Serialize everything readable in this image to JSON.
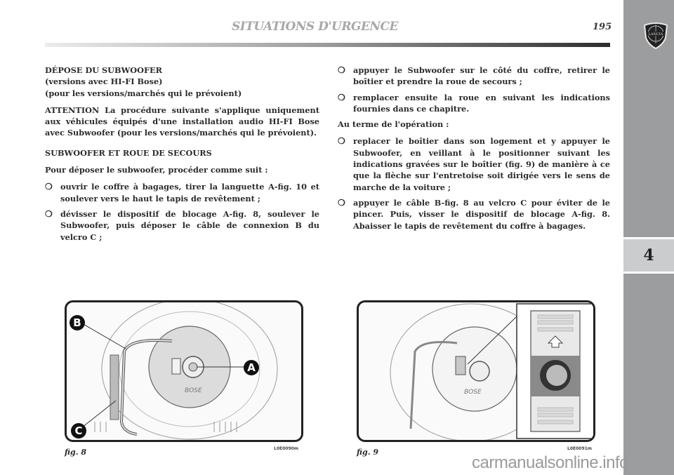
{
  "header": {
    "title": "SITUATIONS D'URGENCE",
    "page_number": "195"
  },
  "sidebar": {
    "logo_icon": "lancia-shield-logo",
    "chapter": "4",
    "bg_color": "#9c9d9f"
  },
  "left_column": {
    "heading": "DÉPOSE DU SUBWOOFER",
    "heading_sub1": "(versions avec HI-FI Bose)",
    "heading_sub2": "(pour les versions/marchés qui le prévoient)",
    "attention_label": "ATTENTION",
    "attention_text": "La procédure suivante s'applique uniquement aux véhicules équipés d'une installation audio HI-FI Bose avec Subwoofer (pour les versions/marchés qui le prévoient).",
    "section_heading": "SUBWOOFER ET ROUE DE SECOURS",
    "intro": "Pour déposer le subwoofer, procéder comme suit :",
    "bullets": [
      "ouvrir le coffre à bagages, tirer la languette A-fig. 10 et soulever vers le haut le tapis de revêtement ;",
      "dévisser le dispositif de blocage A-fig. 8, soulever le Subwoofer, puis déposer le câble de connexion B du velcro C ;"
    ]
  },
  "right_column": {
    "bullets_top": [
      "appuyer le Subwoofer sur le côté du coffre, retirer le boîtier et prendre la roue de secours ;",
      "remplacer ensuite la roue en suivant les indications fournies dans ce chapitre."
    ],
    "end_label": "Au terme de l'opération :",
    "bullets_bottom": [
      "replacer le boîtier dans son logement et y appuyer le Subwoofer, en veillant à le positionner suivant les indications gravées sur le boîtier (fig. 9) de manière à ce que la flèche sur l'entretoise soit dirigée vers le sens de marche de la voiture ;",
      "appuyer le câble B-fig. 8 au velcro C pour éviter de le pincer. Puis, visser le dispositif de blocage A-fig. 8. Abaisser le tapis de revêtement du coffre à bagages."
    ]
  },
  "figures": [
    {
      "caption": "fig. 8",
      "code": "L0E0090m",
      "callouts": [
        "A",
        "B",
        "C"
      ],
      "brand_mark": "BOSE"
    },
    {
      "caption": "fig. 9",
      "code": "L0E0091m",
      "brand_mark": "BOSE"
    }
  ],
  "bullet_glyph": "❍",
  "watermark": "carmanualsonline.info"
}
